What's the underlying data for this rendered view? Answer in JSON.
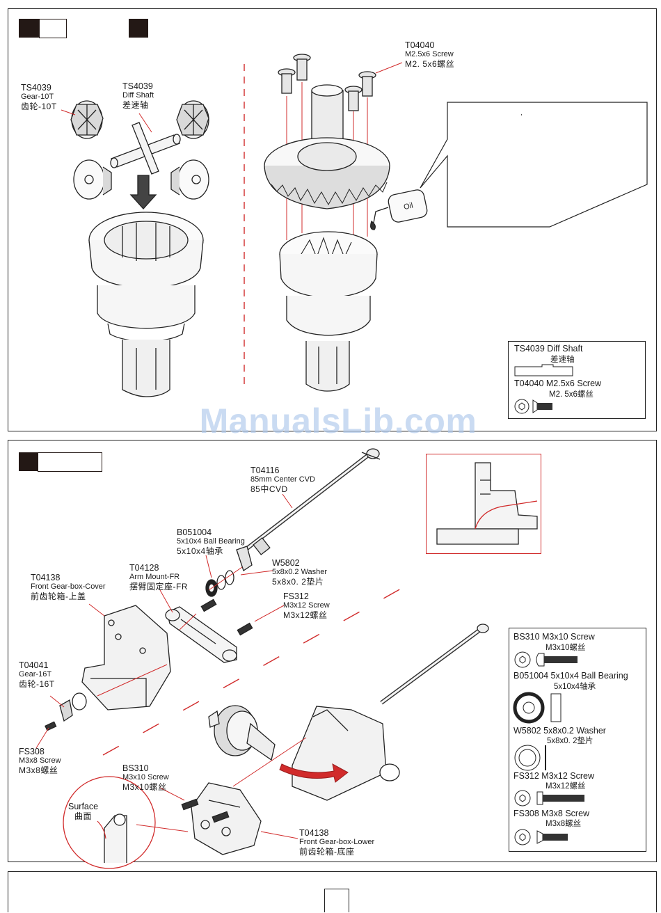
{
  "watermark": "ManualsLib.com",
  "step1": {
    "labels": {
      "gear10t": {
        "code": "TS4039",
        "en": "Gear-10T",
        "cn": "齿轮-10T"
      },
      "diffshaft": {
        "code": "TS4039",
        "en": "Diff Shaft",
        "cn": "差速轴"
      },
      "screw": {
        "code": "T04040",
        "en": "M2.5x6 Screw",
        "cn": "M2. 5x6螺丝"
      }
    },
    "oil_label": "Oil",
    "note_marks": ",",
    "legend": {
      "item1_title": "TS4039 Diff Shaft",
      "item1_cn": "差速轴",
      "item2_title": "T04040 M2.5x6 Screw",
      "item2_cn": "M2. 5x6螺丝"
    }
  },
  "step2": {
    "labels": {
      "cvd": {
        "code": "T04116",
        "en": "85mm Center CVD",
        "cn": "85中CVD"
      },
      "bearing": {
        "code": "B051004",
        "en": "5x10x4 Ball Bearing",
        "cn": "5x10x4轴承"
      },
      "armmount": {
        "code": "T04128",
        "en": "Arm Mount-FR",
        "cn": "摆臂固定座-FR"
      },
      "washer": {
        "code": "W5802",
        "en": "5x8x0.2 Washer",
        "cn": "5x8x0. 2垫片"
      },
      "cover": {
        "code": "T04138",
        "en": "Front Gear-box-Cover",
        "cn": "前齿轮箱-上盖"
      },
      "fs312": {
        "code": "FS312",
        "en": "M3x12 Screw",
        "cn": "M3x12螺丝"
      },
      "gear16t": {
        "code": "T04041",
        "en": "Gear-16T",
        "cn": "齿轮-16T"
      },
      "fs308": {
        "code": "FS308",
        "en": "M3x8 Screw",
        "cn": "M3x8螺丝"
      },
      "bs310": {
        "code": "BS310",
        "en": "M3x10 Screw",
        "cn": "M3x10螺丝"
      },
      "lower": {
        "code": "T04138",
        "en": "Front Gear-box-Lower",
        "cn": "前齿轮箱-底座"
      },
      "surface": {
        "en": "Surface",
        "cn": "曲面"
      }
    },
    "legend": {
      "bs310_title": "BS310 M3x10 Screw",
      "bs310_cn": "M3x10螺丝",
      "b051004_title": "B051004 5x10x4 Ball Bearing",
      "b051004_cn": "5x10x4轴承",
      "w5802_title": "W5802 5x8x0.2 Washer",
      "w5802_cn": "5x8x0. 2垫片",
      "fs312_title": "FS312 M3x12 Screw",
      "fs312_cn": "M3x12螺丝",
      "fs308_title": "FS308 M3x8 Screw",
      "fs308_cn": "M3x8螺丝"
    }
  },
  "colors": {
    "step_block": "#231815",
    "red": "#d12b2b",
    "watermark": "#aec8ec"
  }
}
